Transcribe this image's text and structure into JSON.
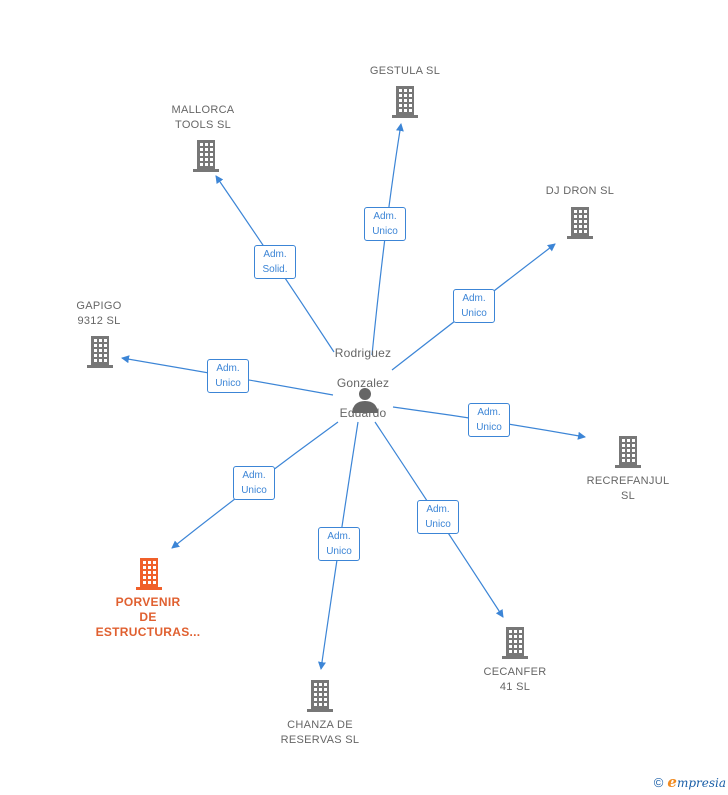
{
  "center": {
    "name_lines": [
      "Rodriguez",
      "Gonzalez",
      "Eduardo"
    ],
    "icon": "person-icon"
  },
  "companies": [
    {
      "id": "gestula",
      "label": "GESTULA  SL",
      "highlight": false
    },
    {
      "id": "mallorca",
      "label": "MALLORCA\nTOOLS  SL",
      "highlight": false
    },
    {
      "id": "djdron",
      "label": "DJ DRON  SL",
      "highlight": false
    },
    {
      "id": "gapigo",
      "label": "GAPIGO\n9312  SL",
      "highlight": false
    },
    {
      "id": "recrefanjul",
      "label": "RECREFANJUL\nSL",
      "highlight": false
    },
    {
      "id": "porvenir",
      "label": "PORVENIR\nDE\nESTRUCTURAS...",
      "highlight": true
    },
    {
      "id": "cecanfer",
      "label": "CECANFER\n41  SL",
      "highlight": false
    },
    {
      "id": "chanza",
      "label": "CHANZA DE\nRESERVAS  SL",
      "highlight": false
    }
  ],
  "edges": [
    {
      "to": "gestula",
      "line1": "Adm.",
      "line2": "Unico"
    },
    {
      "to": "mallorca",
      "line1": "Adm.",
      "line2": "Solid."
    },
    {
      "to": "djdron",
      "line1": "Adm.",
      "line2": "Unico"
    },
    {
      "to": "gapigo",
      "line1": "Adm.",
      "line2": "Unico"
    },
    {
      "to": "recrefanjul",
      "line1": "Adm.",
      "line2": "Unico"
    },
    {
      "to": "porvenir",
      "line1": "Adm.",
      "line2": "Unico"
    },
    {
      "to": "cecanfer",
      "line1": "Adm.",
      "line2": "Unico"
    },
    {
      "to": "chanza",
      "line1": "Adm.",
      "line2": "Unico"
    }
  ],
  "colors": {
    "edge": "#3c85d6",
    "building": "#777777",
    "building_highlight": "#f0602a",
    "person": "#666666"
  },
  "footer": {
    "symbol": "©",
    "brand_initial": "e",
    "brand_rest": "mpresia"
  }
}
